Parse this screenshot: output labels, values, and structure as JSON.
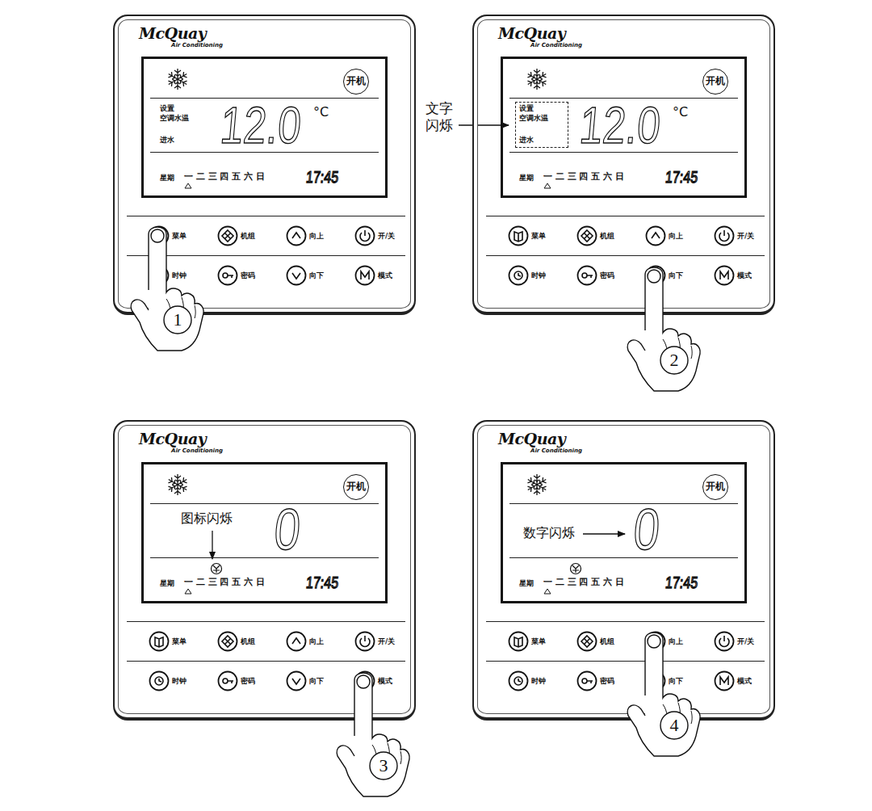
{
  "diagram": {
    "nodes": [
      {
        "text": [
          "McQuay",
          "Air Conditioning"
        ]
      },
      {
        "text": [
          "设置",
          "空调水温",
          "进水",
          "12.0",
          "°C",
          "星期",
          "一 二 三 四 五 六 日",
          "17:45"
        ],
        "in": 0
      },
      {
        "text": [
          "开机"
        ],
        "in": 1
      },
      {
        "text": [
          "菜单"
        ],
        "in": 0
      },
      {
        "text": [
          "机组"
        ],
        "in": 0
      },
      {
        "text": [
          "向上"
        ],
        "in": 0
      },
      {
        "text": [
          "开/关"
        ],
        "in": 0
      },
      {
        "text": [
          "时钟"
        ],
        "in": 0
      },
      {
        "text": [
          "密码"
        ],
        "in": 0
      },
      {
        "text": [
          "向下"
        ],
        "in": 0
      },
      {
        "text": [
          "模式"
        ],
        "in": 0
      },
      {
        "text": [
          "McQuay",
          "Air Conditioning"
        ]
      },
      {
        "text": [
          "设置",
          "空调水温",
          "进水",
          "12.0",
          "°C",
          "星期",
          "一 二 三 四 五 六 日",
          "17:45"
        ],
        "in": 11
      },
      {
        "text": [
          "开机"
        ],
        "in": 12
      },
      {
        "text": [
          "菜单"
        ],
        "in": 11
      },
      {
        "text": [
          "机组"
        ],
        "in": 11
      },
      {
        "text": [
          "向上"
        ],
        "in": 11
      },
      {
        "text": [
          "开/关"
        ],
        "in": 11
      },
      {
        "text": [
          "时钟"
        ],
        "in": 11
      },
      {
        "text": [
          "密码"
        ],
        "in": 11
      },
      {
        "text": [
          "向下"
        ],
        "in": 11
      },
      {
        "text": [
          "模式"
        ],
        "in": 11
      },
      {
        "text": [
          "McQuay",
          "Air Conditioning"
        ]
      },
      {
        "text": [
          "0",
          "星期",
          "一 二 三 四 五 六 日",
          "17:45"
        ],
        "in": 22
      },
      {
        "text": [
          "开机"
        ],
        "in": 23
      },
      {
        "text": [
          "菜单"
        ],
        "in": 22
      },
      {
        "text": [
          "机组"
        ],
        "in": 22
      },
      {
        "text": [
          "向上"
        ],
        "in": 22
      },
      {
        "text": [
          "开/关"
        ],
        "in": 22
      },
      {
        "text": [
          "时钟"
        ],
        "in": 22
      },
      {
        "text": [
          "密码"
        ],
        "in": 22
      },
      {
        "text": [
          "向下"
        ],
        "in": 22
      },
      {
        "text": [
          "模式"
        ],
        "in": 22
      },
      {
        "text": [
          "McQuay",
          "Air Conditioning"
        ]
      },
      {
        "text": [
          "0",
          "星期",
          "一 二 三 四 五 六 日",
          "17:45"
        ],
        "in": 33
      },
      {
        "text": [
          "开机"
        ],
        "in": 34
      },
      {
        "text": [
          "菜单"
        ],
        "in": 33
      },
      {
        "text": [
          "机组"
        ],
        "in": 33
      },
      {
        "text": [
          "向上"
        ],
        "in": 33
      },
      {
        "text": [
          "开/关"
        ],
        "in": 33
      },
      {
        "text": [
          "时钟"
        ],
        "in": 33
      },
      {
        "text": [
          "密码"
        ],
        "in": 33
      },
      {
        "text": [
          "向下"
        ],
        "in": 33
      },
      {
        "text": [
          "模式"
        ],
        "in": 33
      }
    ],
    "labels": [
      "文字闪烁",
      "图标闪烁",
      "数字闪烁",
      "1",
      "2",
      "3",
      "4"
    ]
  }
}
